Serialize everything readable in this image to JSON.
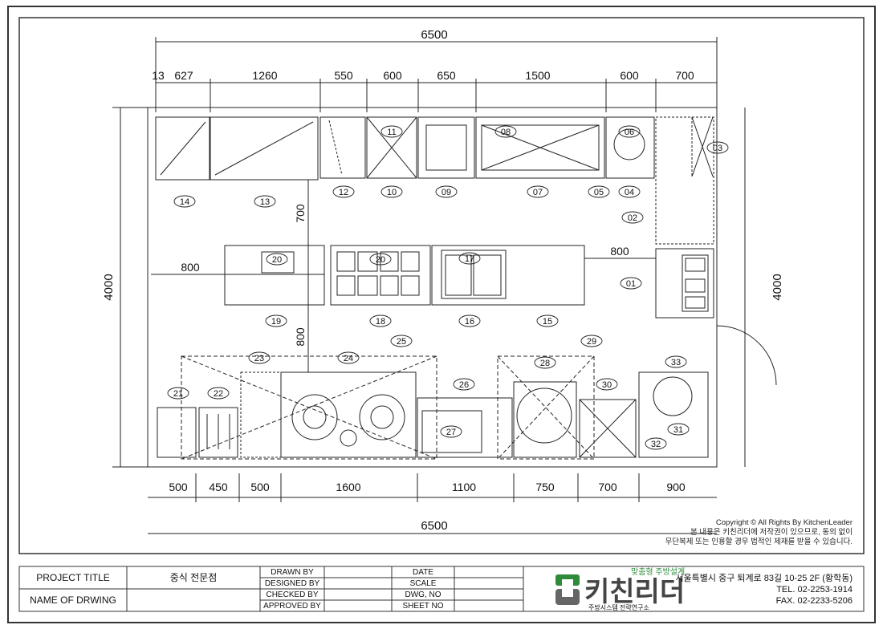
{
  "drawing": {
    "total_width_top": "6500",
    "total_width_bottom": "6500",
    "height_left": "4000",
    "height_right": "4000",
    "top_dims": [
      "13",
      "627",
      "1260",
      "550",
      "600",
      "650",
      "1500",
      "600",
      "700"
    ],
    "bottom_dims": [
      "500",
      "450",
      "500",
      "1600",
      "1100",
      "750",
      "700",
      "900"
    ],
    "inner_dims": {
      "aisle_top": "700",
      "aisle_bottom": "800",
      "left_offset": "800",
      "right_offset": "800"
    },
    "equipment_tags": [
      "01",
      "02",
      "03",
      "04",
      "05",
      "06",
      "07",
      "08",
      "09",
      "10",
      "11",
      "12",
      "13",
      "14",
      "15",
      "16",
      "17",
      "18",
      "19",
      "20",
      "20",
      "21",
      "22",
      "23",
      "24",
      "25",
      "26",
      "27",
      "28",
      "29",
      "30",
      "31",
      "32",
      "33"
    ]
  },
  "copyright": {
    "line1": "Copyright © All Rights By KitchenLeader",
    "line2": "본 내용은 키친리더에 저작권이 있으므로, 동의 없이",
    "line3": "무단복제 또는 인용할 경우 법적인 제재를 받을 수 있습니다."
  },
  "title_block": {
    "project_title_label": "PROJECT TITLE",
    "project_title_value": "중식 전문점",
    "name_of_drawing_label": "NAME OF DRWING",
    "name_of_drawing_value": "",
    "drawn_by": "DRAWN BY",
    "designed_by": "DESIGNED BY",
    "checked_by": "CHECKED BY",
    "approved_by": "APPROVED BY",
    "date": "DATE",
    "scale": "SCALE",
    "dwg_no": "DWG, NO",
    "sheet_no": "SHEET NO"
  },
  "company": {
    "logo_tagline": "맞춤형 주방설계",
    "logo_name": "키친리더",
    "logo_sub": "주방시스템 전략연구소",
    "address": "서울특별시 중구 퇴계로 83길 10-25 2F (황학동)",
    "tel": "TEL. 02-2253-1914",
    "fax": "FAX. 02-2233-5206"
  }
}
